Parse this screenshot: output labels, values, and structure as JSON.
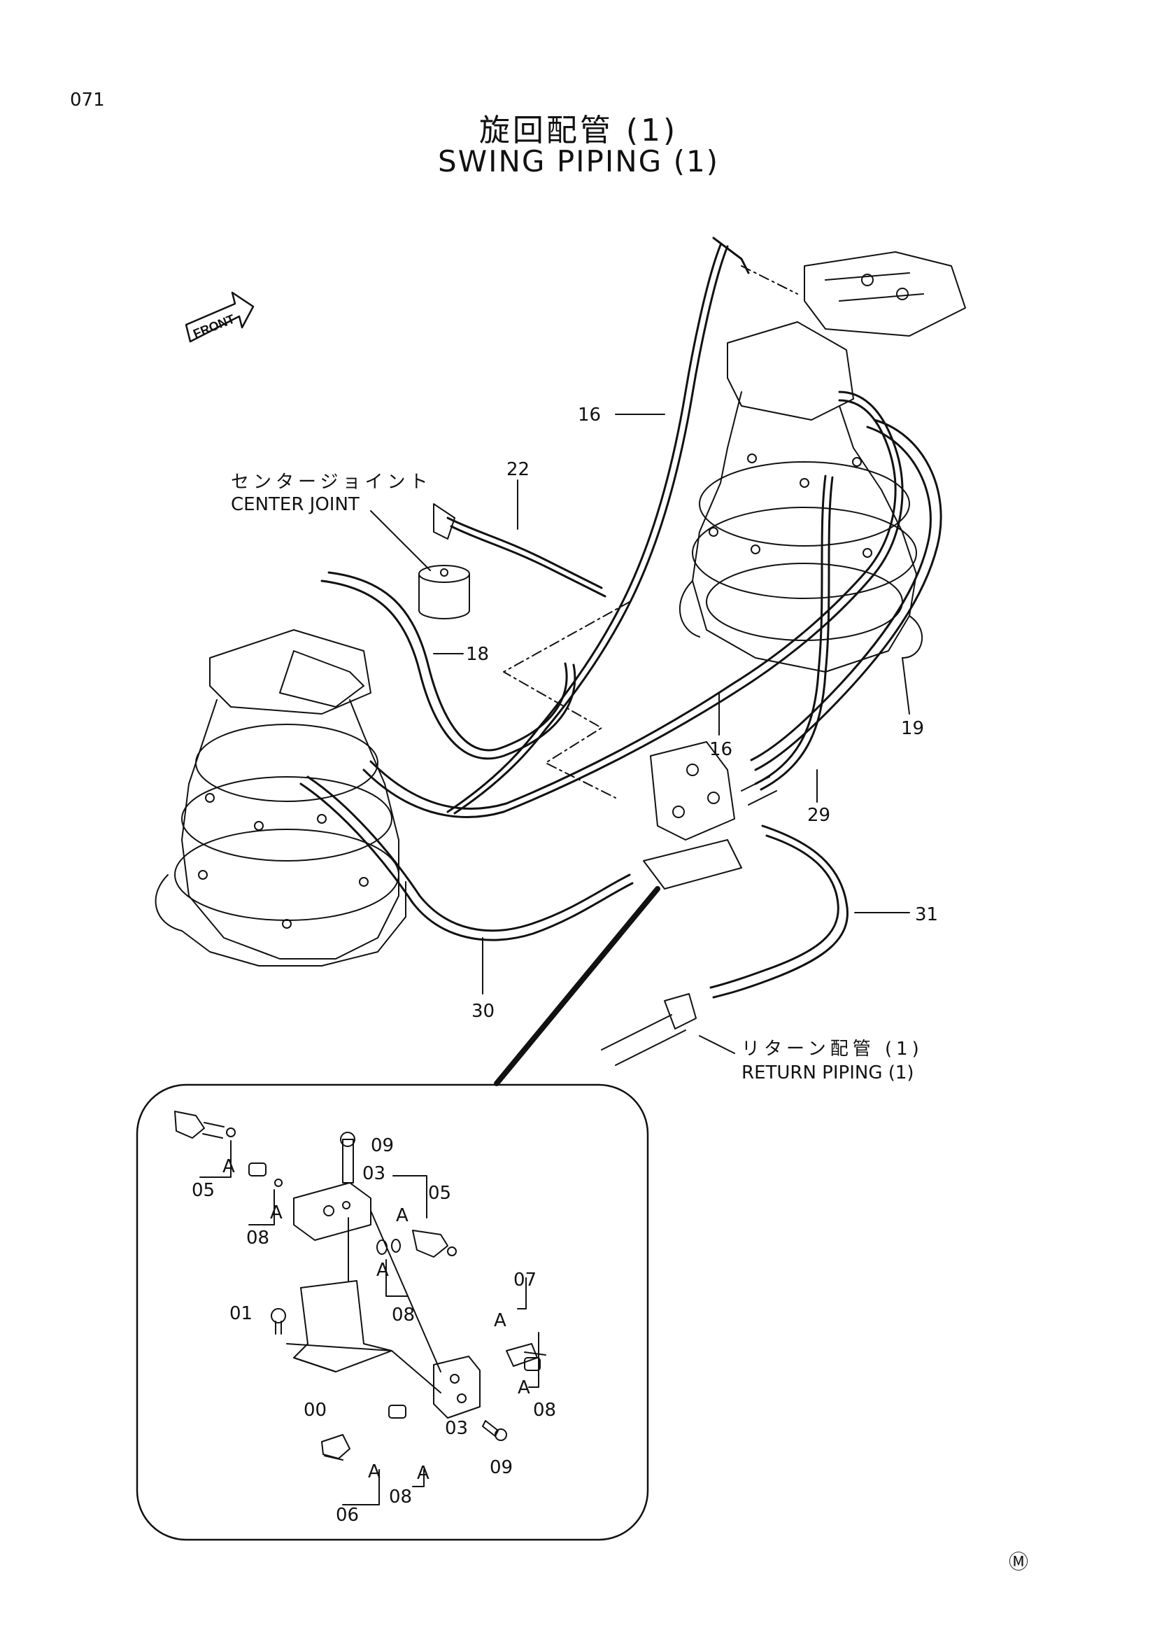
{
  "page_number": "071",
  "title_jp": "旋回配管 (1)",
  "title_en": "SWING PIPING (1)",
  "front_label": "FRONT",
  "center_joint": {
    "jp": "センタージョイント",
    "en": "CENTER JOINT"
  },
  "return_piping": {
    "jp": "リターン配管 (1)",
    "en": "RETURN PIPING (1)"
  },
  "main_callouts": [
    "16",
    "22",
    "18",
    "16",
    "19",
    "29",
    "31",
    "30"
  ],
  "detail_callouts": [
    "09",
    "03",
    "05",
    "05",
    "08",
    "08",
    "01",
    "00",
    "07",
    "08",
    "08",
    "03",
    "09",
    "06"
  ],
  "seal_letter": "A",
  "corner_mark": "Ⓜ"
}
